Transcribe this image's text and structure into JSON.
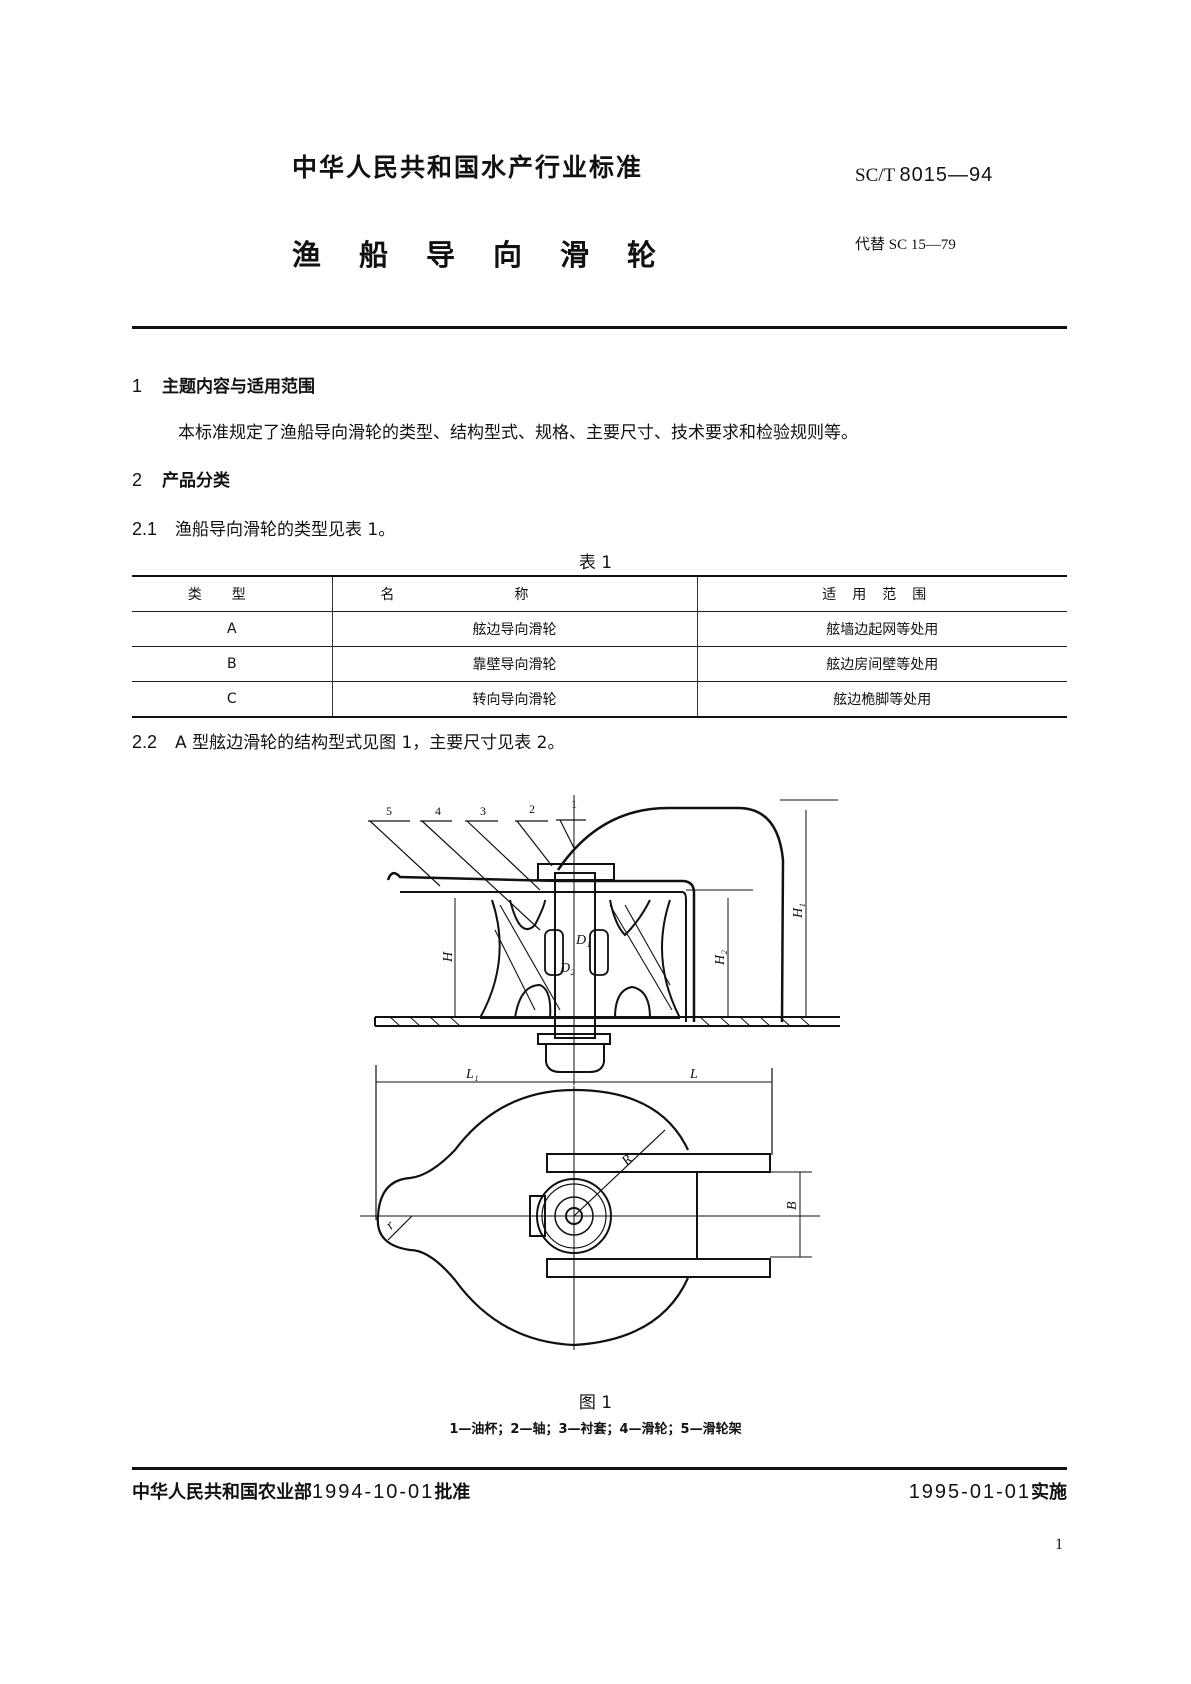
{
  "header": {
    "title": "中华人民共和国水产行业标准",
    "standard_prefix": "SC/T",
    "standard_number": "8015—94",
    "doc_title": "渔船导向滑轮",
    "replaces": "代替 SC 15—79"
  },
  "sections": {
    "s1": {
      "num": "1",
      "title": "主题内容与适用范围",
      "body": "本标准规定了渔船导向滑轮的类型、结构型式、规格、主要尺寸、技术要求和检验规则等。"
    },
    "s2": {
      "num": "2",
      "title": "产品分类"
    },
    "s2_1": {
      "num": "2.1",
      "body": "渔船导向滑轮的类型见表 1。"
    },
    "s2_2": {
      "num": "2.2",
      "body": "A 型舷边滑轮的结构型式见图 1，主要尺寸见表 2。"
    }
  },
  "table1": {
    "caption": "表 1",
    "headers": [
      "类型",
      "名称",
      "适用范围"
    ],
    "rows": [
      [
        "A",
        "舷边导向滑轮",
        "舷墙边起网等处用"
      ],
      [
        "B",
        "靠壁导向滑轮",
        "舷边房间壁等处用"
      ],
      [
        "C",
        "转向导向滑轮",
        "舷边桅脚等处用"
      ]
    ]
  },
  "figure1": {
    "caption": "图 1",
    "legend": "1—油杯；2—轴；3—衬套；4—滑轮；5—滑轮架",
    "part_labels": [
      "5",
      "4",
      "3",
      "2",
      "1"
    ],
    "dimension_labels": {
      "H": "H",
      "H1": "H₁",
      "H2": "H₂",
      "D1": "D₁",
      "D2": "D₂",
      "L1": "L₁",
      "L": "L",
      "R": "R",
      "B": "B",
      "r": "r"
    }
  },
  "footer": {
    "issuer": "中华人民共和国农业部",
    "approve_date": "1994-10-01",
    "approve_suffix": "批准",
    "effective_date": "1995-01-01",
    "effective_suffix": "实施",
    "page_number": "1"
  }
}
